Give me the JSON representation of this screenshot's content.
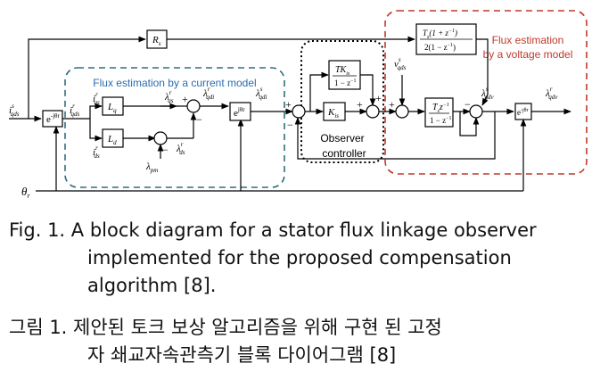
{
  "signals": {
    "i_in": "i",
    "i_in_sup": "s",
    "i_in_sub": "qds",
    "i_rot": "i",
    "i_rot_sup": "r",
    "i_rot_sub": "qds",
    "i_q": "i",
    "i_q_sup": "r",
    "i_q_sub": "qs",
    "i_d": "i",
    "i_d_sup": "r",
    "i_d_sub": "ds",
    "lam_pm": "λ",
    "lam_pm_sub": "pm",
    "lam_qs": "λ",
    "lam_qs_sup": "r",
    "lam_qs_sub": "qs",
    "lam_ds": "λ",
    "lam_ds_sup": "r",
    "lam_ds_sub": "ds",
    "lam_qdi_r": "λ",
    "lam_qdi_r_sup": "r",
    "lam_qdi_r_sub": "qdi",
    "lam_qdi_s": "λ",
    "lam_qdi_s_sup": "s",
    "lam_qdi_s_sub": "qdi",
    "v_in": "v",
    "v_in_sup": "s",
    "v_in_sub": "qds",
    "lam_qdv_s": "λ",
    "lam_qdv_s_sup": "s",
    "lam_qdv_s_sub": "qdv",
    "lam_qdv_r": "λ",
    "lam_qdv_r_sup": "r",
    "lam_qdv_r_sub": "qdv",
    "theta": "θ",
    "theta_sub": "r"
  },
  "blocks": {
    "rot1": "e",
    "rot1_sup": "-jθr",
    "lq": "L",
    "lq_sub": "q",
    "ld": "L",
    "ld_sub": "d",
    "rot2": "e",
    "rot2_sup": "jθr",
    "rs": "R",
    "rs_sub": "s",
    "ki_num": "TK",
    "ki_num_sub": "is",
    "ki_den": "1 − z",
    "ki_den_sup": "−1",
    "kp": "K",
    "kp_sub": "is",
    "int_num": "T",
    "int_num_sub": "s",
    "int_num_sup": "z",
    "int_num_sup2": "−1",
    "int_den": "1 − z",
    "int_den_sup": "−1",
    "trap_num": "T",
    "trap_num_sub": "s",
    "trap_num_rest": "(1 + z",
    "trap_num_sup": "−1",
    "trap_num_end": ")",
    "trap_den": "2(1 − z",
    "trap_den_sup": "−1",
    "trap_den_end": ")",
    "rot3": "e",
    "rot3_sup": "-jθr"
  },
  "regions": {
    "current_model": "Flux estimation  by a current model",
    "observer_1": "Observer",
    "observer_2": "controller",
    "voltage_model_1": "Flux estimation",
    "voltage_model_2": "by a voltage model"
  },
  "signs": {
    "plus": "+",
    "minus": "−"
  },
  "colors": {
    "current_model_border": "#2f6f7f",
    "current_model_text": "#2b6cb0",
    "voltage_model_border": "#c0392b",
    "voltage_model_text": "#c0392b",
    "observer_border": "#000000"
  },
  "caption": {
    "en_prefix": "Fig.  1.",
    "en_line1": "A block diagram for a stator flux linkage observer",
    "en_line2": "implemented for the proposed compensation",
    "en_line3": "algorithm [8].",
    "ko_prefix": "그림 1.",
    "ko_line1": "제안된 토크 보상 알고리즘을 위해 구현 된 고정",
    "ko_line2": "자 쇄교자속관측기 블록 다이어그램 [8]"
  }
}
